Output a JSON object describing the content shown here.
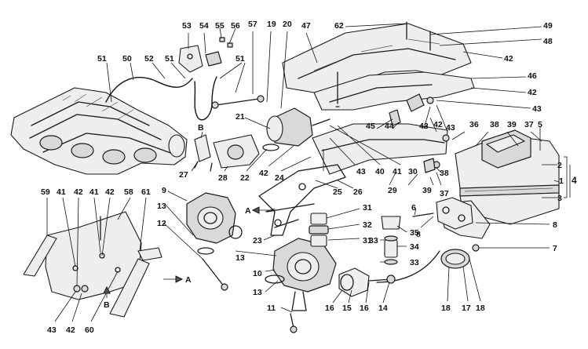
{
  "callouts": [
    {
      "id": "c53",
      "label": "53"
    },
    {
      "id": "c54",
      "label": "54"
    },
    {
      "id": "c55",
      "label": "55"
    },
    {
      "id": "c56",
      "label": "56"
    },
    {
      "id": "c57",
      "label": "57"
    },
    {
      "id": "c19",
      "label": "19"
    },
    {
      "id": "c20",
      "label": "20"
    },
    {
      "id": "c47",
      "label": "47"
    },
    {
      "id": "c62",
      "label": "62"
    },
    {
      "id": "c49",
      "label": "49"
    },
    {
      "id": "c48",
      "label": "48"
    },
    {
      "id": "c42a",
      "label": "42"
    },
    {
      "id": "c46",
      "label": "46"
    },
    {
      "id": "c42b",
      "label": "42"
    },
    {
      "id": "c43a",
      "label": "43"
    },
    {
      "id": "c51a",
      "label": "51"
    },
    {
      "id": "c50",
      "label": "50"
    },
    {
      "id": "c52",
      "label": "52"
    },
    {
      "id": "c51b",
      "label": "51"
    },
    {
      "id": "c51c",
      "label": "51"
    },
    {
      "id": "c21",
      "label": "21"
    },
    {
      "id": "cB1",
      "label": "B"
    },
    {
      "id": "c27",
      "label": "27"
    },
    {
      "id": "c28",
      "label": "28"
    },
    {
      "id": "c22",
      "label": "22"
    },
    {
      "id": "c42c",
      "label": "42"
    },
    {
      "id": "c24",
      "label": "24"
    },
    {
      "id": "c45",
      "label": "45"
    },
    {
      "id": "c44",
      "label": "44"
    },
    {
      "id": "c43b",
      "label": "43"
    },
    {
      "id": "c42d",
      "label": "42"
    },
    {
      "id": "c43c",
      "label": "43"
    },
    {
      "id": "c36",
      "label": "36"
    },
    {
      "id": "c38a",
      "label": "38"
    },
    {
      "id": "c39a",
      "label": "39"
    },
    {
      "id": "c37a",
      "label": "37"
    },
    {
      "id": "c5",
      "label": "5"
    },
    {
      "id": "c43d",
      "label": "43"
    },
    {
      "id": "c40",
      "label": "40"
    },
    {
      "id": "c41a",
      "label": "41"
    },
    {
      "id": "c30",
      "label": "30"
    },
    {
      "id": "c29",
      "label": "29"
    },
    {
      "id": "c2",
      "label": "2"
    },
    {
      "id": "c1",
      "label": "1"
    },
    {
      "id": "c4",
      "label": "4"
    },
    {
      "id": "c3",
      "label": "3"
    },
    {
      "id": "c25",
      "label": "25"
    },
    {
      "id": "c26",
      "label": "26"
    },
    {
      "id": "c38b",
      "label": "38"
    },
    {
      "id": "c39b",
      "label": "39"
    },
    {
      "id": "c37b",
      "label": "37"
    },
    {
      "id": "c9",
      "label": "9"
    },
    {
      "id": "c13a",
      "label": "13"
    },
    {
      "id": "c12",
      "label": "12"
    },
    {
      "id": "cA1",
      "label": "A"
    },
    {
      "id": "c31a",
      "label": "31"
    },
    {
      "id": "c32",
      "label": "32"
    },
    {
      "id": "c31b",
      "label": "31"
    },
    {
      "id": "c23",
      "label": "23"
    },
    {
      "id": "c6",
      "label": "6"
    },
    {
      "id": "c8a",
      "label": "8"
    },
    {
      "id": "c35",
      "label": "35"
    },
    {
      "id": "c33a",
      "label": "33"
    },
    {
      "id": "c34",
      "label": "34"
    },
    {
      "id": "c33b",
      "label": "33"
    },
    {
      "id": "c8b",
      "label": "8"
    },
    {
      "id": "c7",
      "label": "7"
    },
    {
      "id": "c13b",
      "label": "13"
    },
    {
      "id": "c10",
      "label": "10"
    },
    {
      "id": "c13c",
      "label": "13"
    },
    {
      "id": "c11",
      "label": "11"
    },
    {
      "id": "c16a",
      "label": "16"
    },
    {
      "id": "c15",
      "label": "15"
    },
    {
      "id": "c16b",
      "label": "16"
    },
    {
      "id": "c14",
      "label": "14"
    },
    {
      "id": "c18a",
      "label": "18"
    },
    {
      "id": "c17",
      "label": "17"
    },
    {
      "id": "c18b",
      "label": "18"
    },
    {
      "id": "c59",
      "label": "59"
    },
    {
      "id": "c41b",
      "label": "41"
    },
    {
      "id": "c42e",
      "label": "42"
    },
    {
      "id": "c41c",
      "label": "41"
    },
    {
      "id": "c42f",
      "label": "42"
    },
    {
      "id": "c58",
      "label": "58"
    },
    {
      "id": "c61",
      "label": "61"
    },
    {
      "id": "cA2",
      "label": "A"
    },
    {
      "id": "cB2",
      "label": "B"
    },
    {
      "id": "c43e",
      "label": "43"
    },
    {
      "id": "c42g",
      "label": "42"
    },
    {
      "id": "c60",
      "label": "60"
    }
  ]
}
